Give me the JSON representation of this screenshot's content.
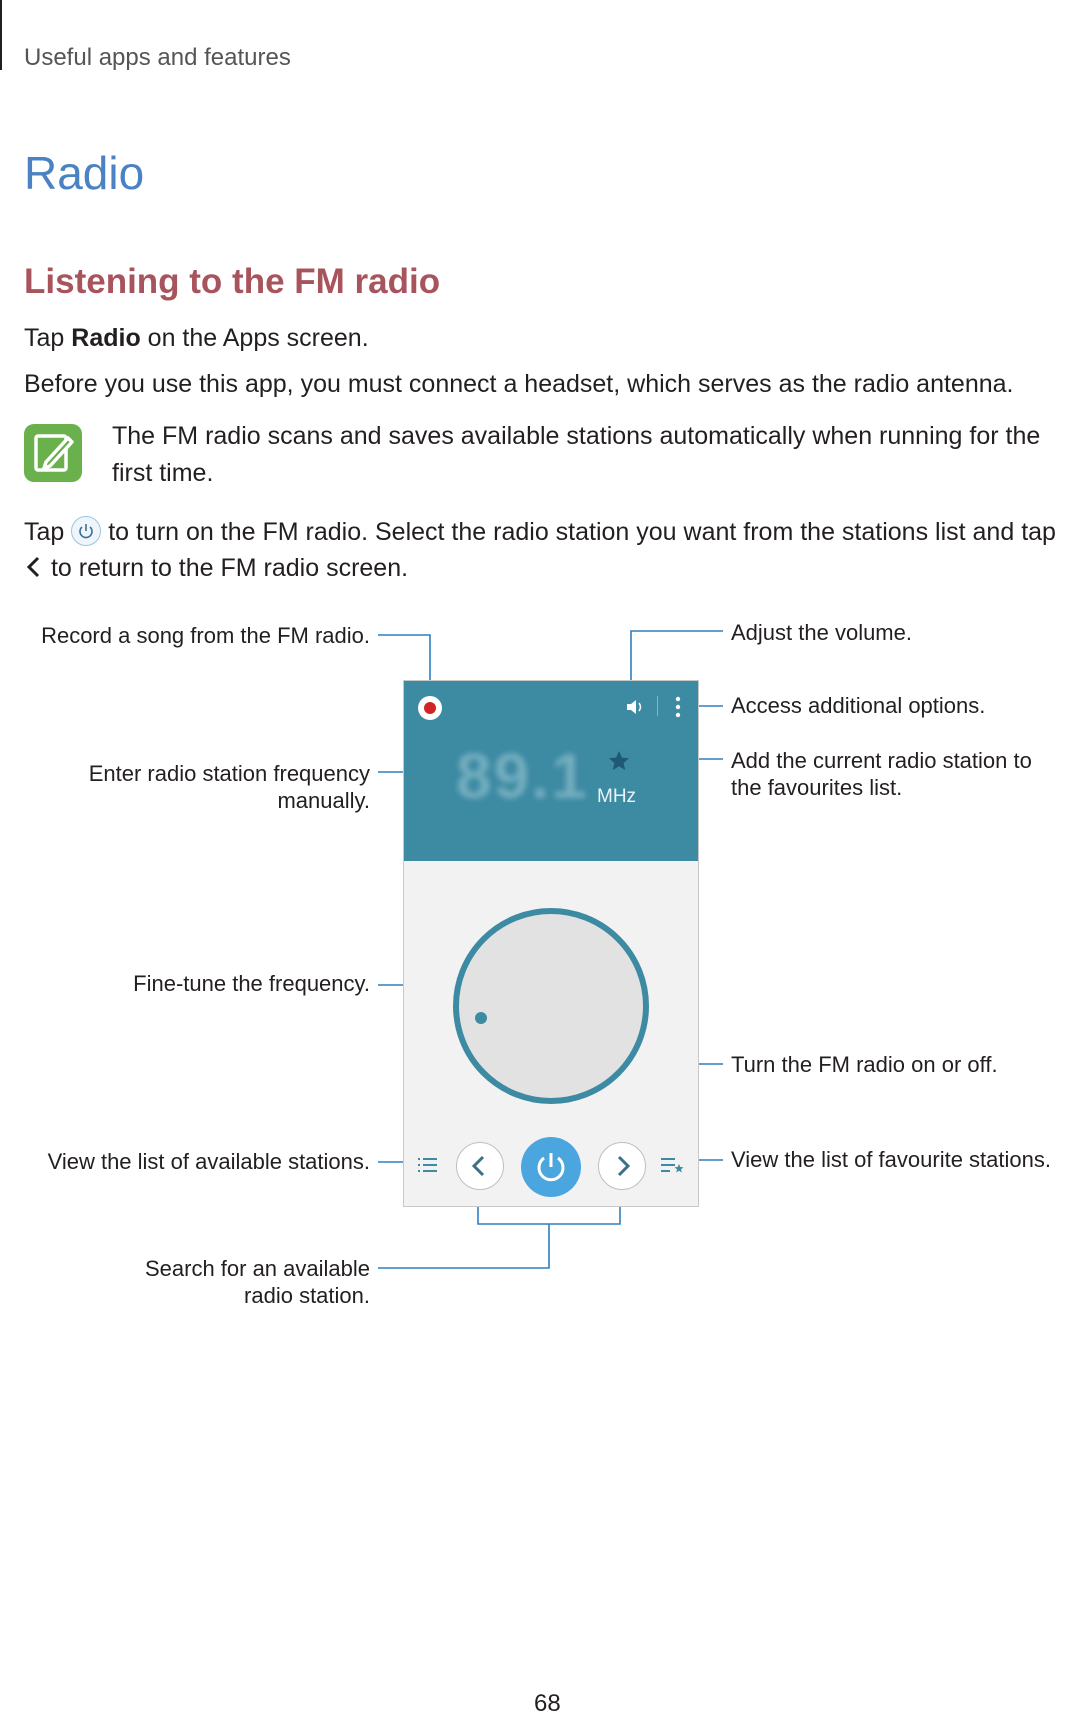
{
  "header": {
    "running_head": "Useful apps and features"
  },
  "title": "Radio",
  "section_title": "Listening to the FM radio",
  "paragraphs": {
    "tap_prefix": "Tap ",
    "tap_bold": "Radio",
    "tap_suffix": " on the Apps screen.",
    "before": "Before you use this app, you must connect a headset, which serves as the radio antenna.",
    "note": "The FM radio scans and saves available stations automatically when running for the first time.",
    "instr_a": "Tap ",
    "instr_b": " to turn on the FM radio. Select the radio station you want from the stations list and tap",
    "instr_c": " to return to the FM radio screen."
  },
  "screen": {
    "frequency": "89.1",
    "unit": "MHz"
  },
  "callouts": {
    "record": "Record a song from the FM radio.",
    "volume": "Adjust the volume.",
    "options": "Access additional options.",
    "enter_freq": "Enter radio station frequency manually.",
    "favourite": "Add the current radio station to the favourites list.",
    "fine_tune": "Fine-tune the frequency.",
    "power": "Turn the FM radio on or off.",
    "stations_list": "View the list of available stations.",
    "favourites_list": "View the list of favourite stations.",
    "search": "Search for an available radio station."
  },
  "colors": {
    "title": "#4a82c4",
    "subtitle": "#a8545c",
    "note_icon": "#6ab04c",
    "screen": "#3d8aa3",
    "power": "#4ba6df",
    "callout_line": "#2f7fc1"
  },
  "page_number": "68"
}
